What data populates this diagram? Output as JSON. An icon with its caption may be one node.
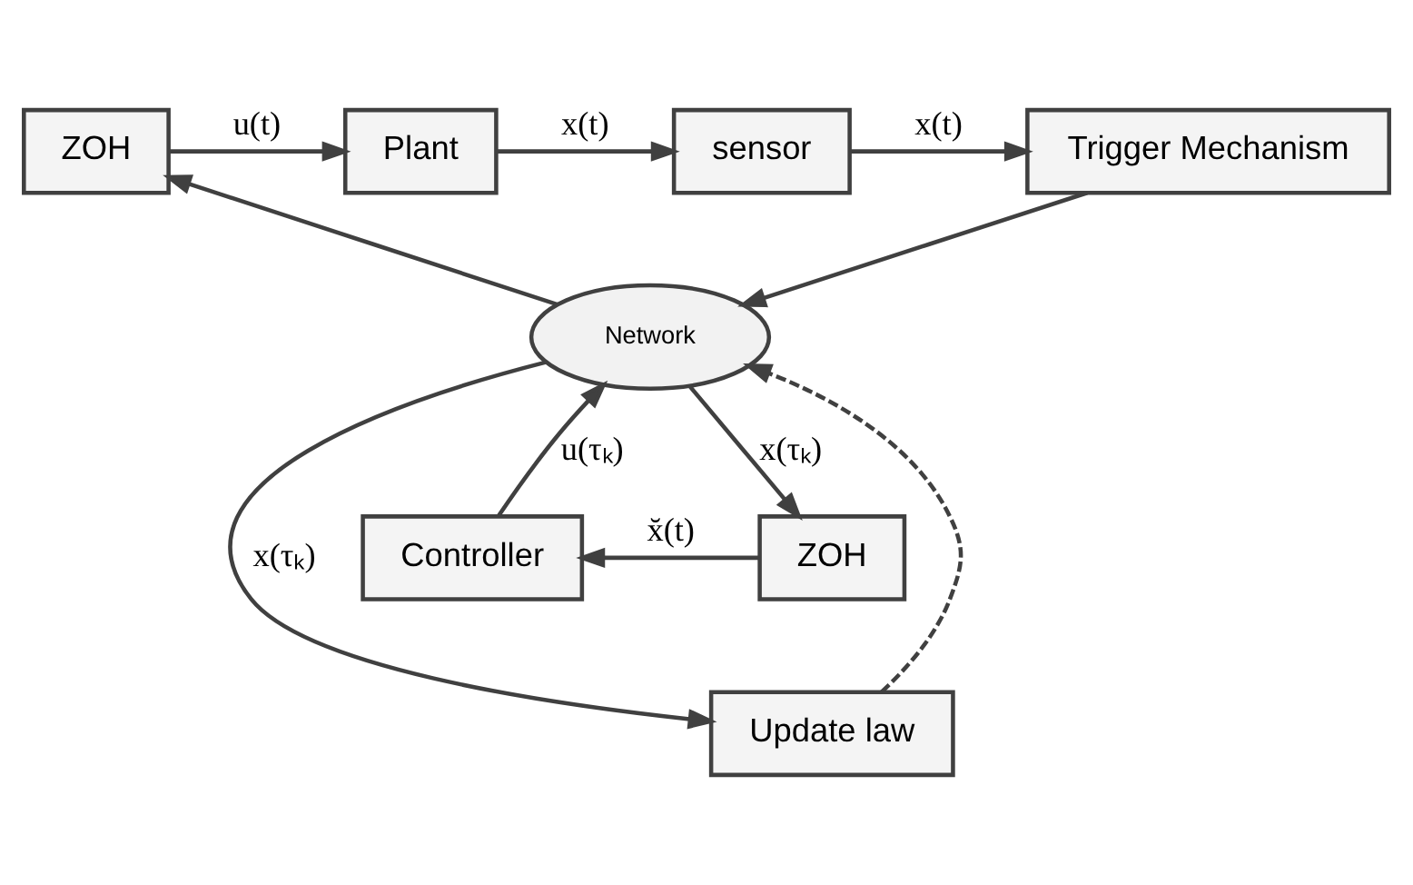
{
  "diagram": {
    "nodes": [
      {
        "text": [
          "ZOH"
        ]
      },
      {
        "text": [
          "Plant"
        ]
      },
      {
        "text": [
          "sensor"
        ]
      },
      {
        "text": [
          "Trigger Mechanism"
        ]
      },
      {
        "text": [
          "Network"
        ]
      },
      {
        "text": [
          "Controller"
        ]
      },
      {
        "text": [
          "ZOH"
        ]
      },
      {
        "text": [
          "Update law"
        ]
      }
    ],
    "edges": [
      {
        "from": 0,
        "to": 1,
        "arrow": "to",
        "label": "u(t)"
      },
      {
        "from": 1,
        "to": 2,
        "arrow": "to",
        "label": "x(t)"
      },
      {
        "from": 2,
        "to": 3,
        "arrow": "to",
        "label": "x(t)"
      },
      {
        "from": 3,
        "to": 4,
        "arrow": "to"
      },
      {
        "from": 4,
        "to": 0,
        "arrow": "to"
      },
      {
        "from": 4,
        "to": 6,
        "arrow": "to",
        "label": "x(τₖ)"
      },
      {
        "from": 4,
        "to": 7,
        "arrow": "to",
        "label": "x(τₖ)"
      },
      {
        "from": 6,
        "to": 5,
        "arrow": "to",
        "label": "x̆(t)"
      },
      {
        "from": 5,
        "to": 4,
        "arrow": "to",
        "label": "u(τₖ)"
      },
      {
        "from": 7,
        "to": 4,
        "arrow": "to",
        "style": "dashed"
      }
    ]
  }
}
